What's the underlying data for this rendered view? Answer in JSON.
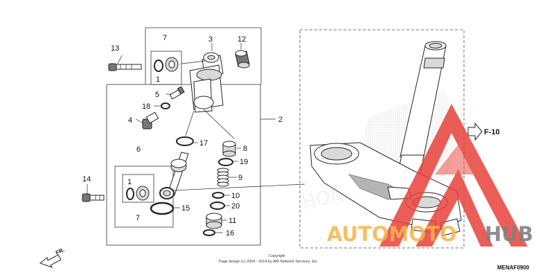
{
  "callouts": {
    "c1a": "1",
    "c1b": "1",
    "c2": "2",
    "c3": "3",
    "c4": "4",
    "c5": "5",
    "c6": "6",
    "c7a": "7",
    "c7b": "7",
    "c8": "8",
    "c9": "9",
    "c10": "10",
    "c11": "11",
    "c12": "12",
    "c13": "13",
    "c14": "14",
    "c15": "15",
    "c16": "16",
    "c17": "17",
    "c18": "18",
    "c19": "19",
    "c20": "20"
  },
  "ref": {
    "frame": "F-10"
  },
  "direction": {
    "front": "FR."
  },
  "footer": {
    "copyright": "Copyright",
    "page_note": "Page design (c) 2004 - 2014 by ARI Network Services, Inc."
  },
  "diagram_code": "MENAF0900",
  "watermark": {
    "auto": "AUTOMOTO",
    "hub": "HUB",
    "brand_color": "#e8423a"
  },
  "background_brand": "HONDA",
  "colors": {
    "watermark_red": "#e8423a",
    "watermark_orange": "#f5b54a",
    "watermark_gray": "#808080"
  }
}
